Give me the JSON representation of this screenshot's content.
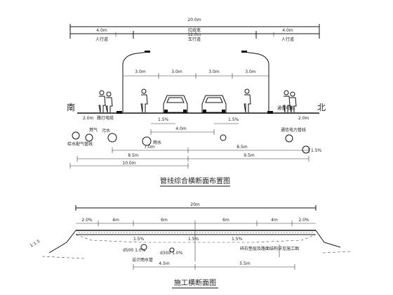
{
  "top_section": {
    "total_width": "20.0m",
    "total_label": "红线宽",
    "left_walk_width": "4.0m",
    "left_walk_label": "人行道",
    "carriageway_width": "12.0m",
    "carriageway_label": "车行道",
    "right_walk_width": "4.0m",
    "right_walk_label": "人行道",
    "lamp_offsets": [
      "3.0m",
      "3.0m",
      "3.0m",
      "3.0m"
    ],
    "south_label": "南",
    "north_label": "北",
    "left_curb_dim": "2.0m",
    "left_annot": "路灯电缆",
    "right_curb_dim": "2.0m",
    "right_annot": "通信电缆",
    "grade_left": "1.5%",
    "grade_right": "1.5%",
    "inner_dim": "4.0m",
    "util_labels": [
      "燃气",
      "雨水",
      "污水"
    ],
    "util_sub_left": "给水配气管线",
    "util_sub_right": "通信电力管线",
    "util_right_end": "1.5%",
    "dim_row1_left": "7.0m",
    "dim_row1_right": "8.5m",
    "dim_row2_left": "8.5m",
    "dim_row2_right": "9.5m",
    "dim_row3": "10.0m",
    "caption": "管线综合横断面布置图"
  },
  "bottom_section": {
    "total_width": "20m",
    "seg_labels": [
      "2.0%",
      "4m",
      "6m",
      "6m",
      "4m",
      "2.0%"
    ],
    "grade_marks": [
      "1.5%",
      "1.5%",
      "1.5%"
    ],
    "slope_label": "1:1.5",
    "pipe1_label": "d500 1.0%",
    "pipe2_label": "d300 1.0%",
    "note_left": "设计雨水管",
    "note_right": "碎石垫层及路面结构详见施工图",
    "dim_left": "4.5m",
    "dim_right": "5.5m",
    "caption": "施工横断面图"
  }
}
